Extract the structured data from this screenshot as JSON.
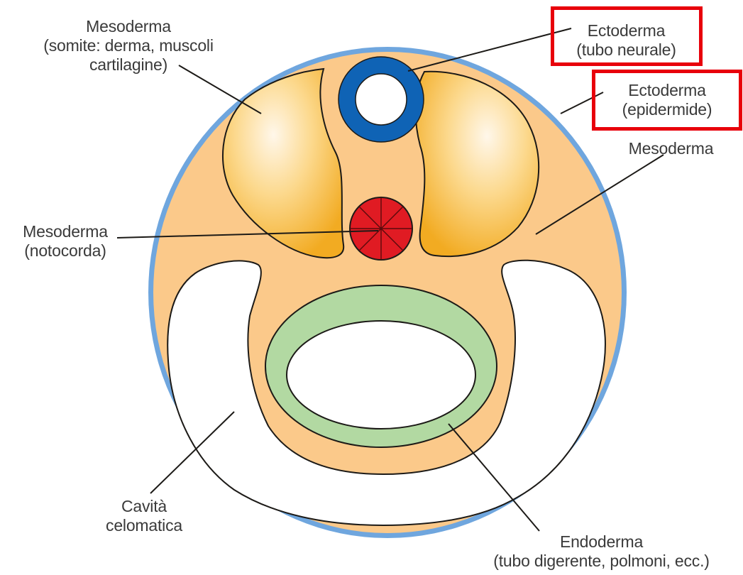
{
  "colors": {
    "outer_ring": "#6fa6de",
    "mesoderm_fill": "#fbc98a",
    "somite_fill": "#f5b335",
    "neural_tube": "#0f63b5",
    "notochord": "#e01b23",
    "endoderm": "#b2d9a2",
    "highlight": "#e8000b"
  },
  "labels": {
    "somite": [
      "Mesoderma",
      "(somite: derma, muscoli",
      "cartilagine)"
    ],
    "neural_tube": [
      "Ectoderma",
      "(tubo neurale)"
    ],
    "epidermis": [
      "Ectoderma",
      "(epidermide)"
    ],
    "mesoderm": [
      "Mesoderma"
    ],
    "notochord": [
      "Mesoderma",
      "(notocorda)"
    ],
    "coelom": [
      "Cavità",
      "celomatica"
    ],
    "endoderm": [
      "Endoderma",
      "(tubo digerente, polmoni, ecc.)"
    ]
  }
}
